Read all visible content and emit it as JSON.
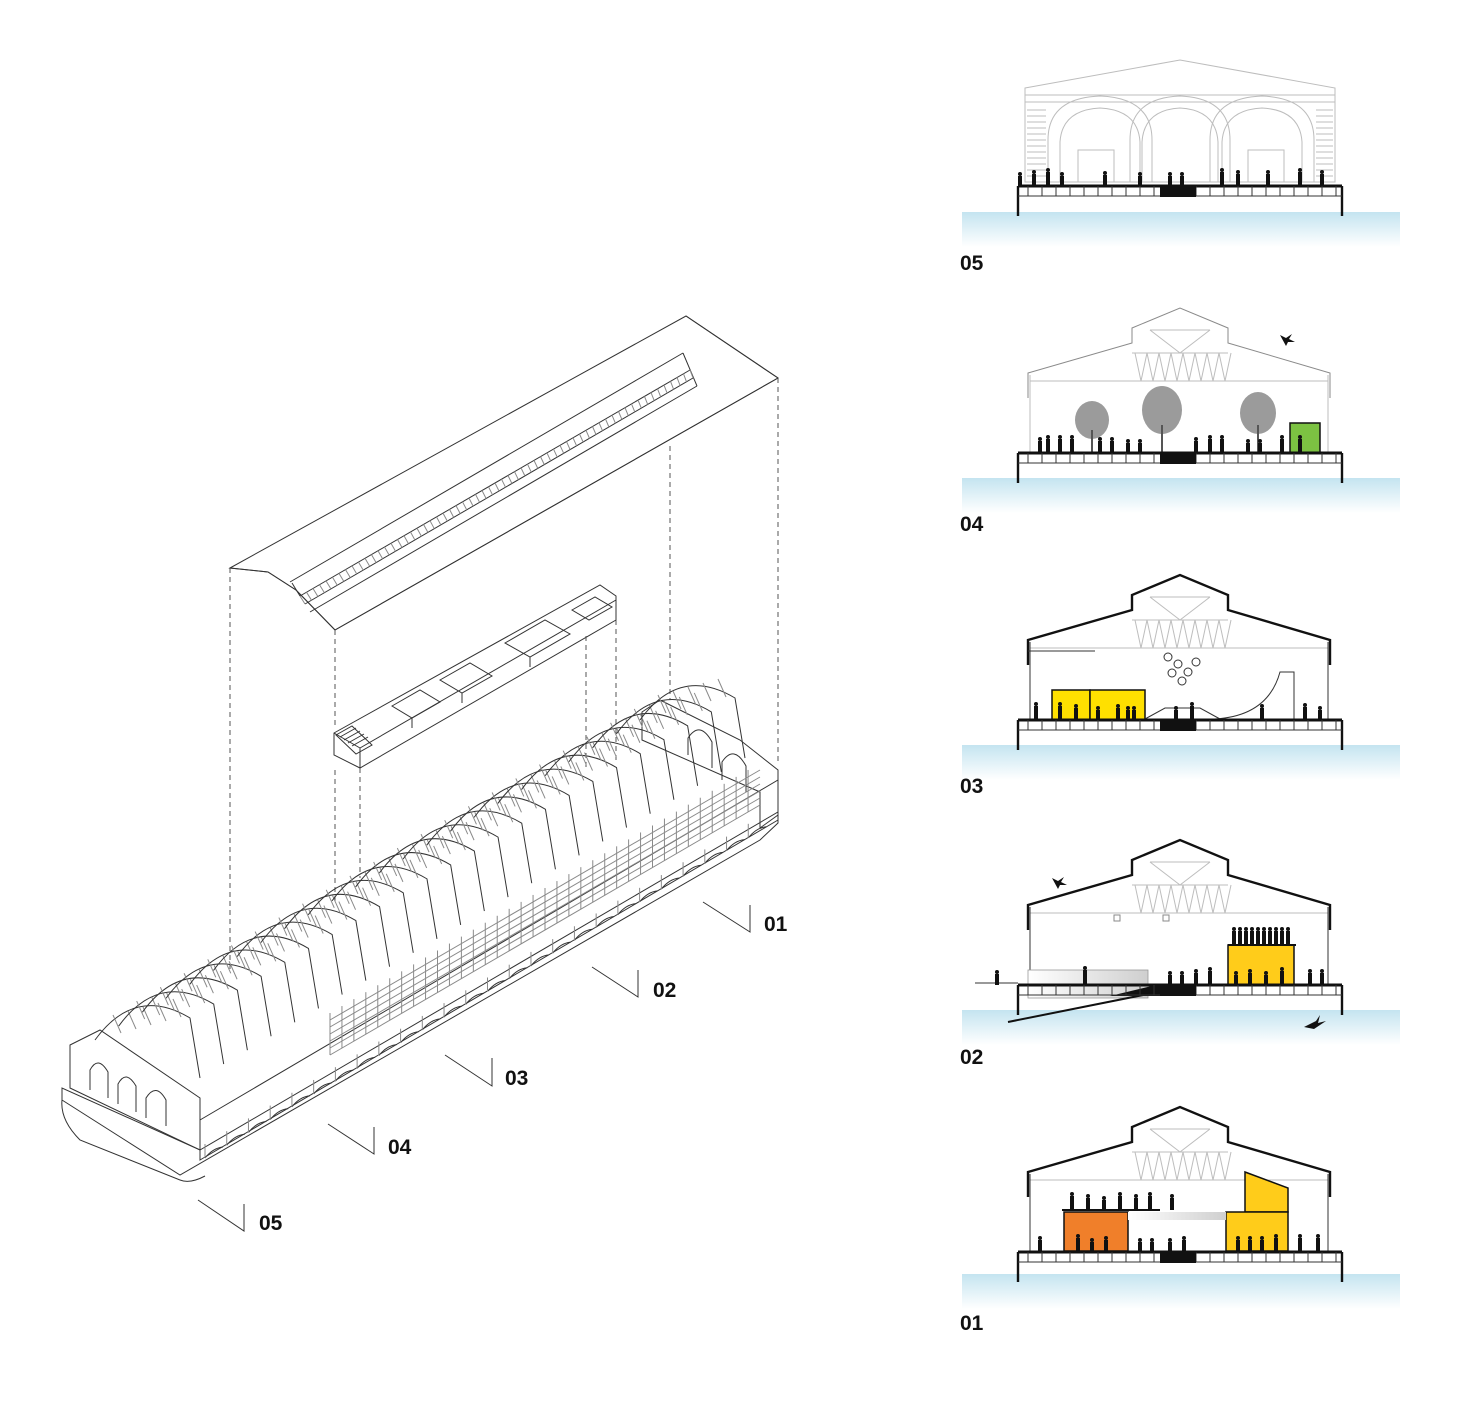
{
  "section_markers": {
    "m01": "01",
    "m02": "02",
    "m03": "03",
    "m04": "04",
    "m05": "05"
  },
  "section_labels": {
    "s05": "05",
    "s04": "04",
    "s03": "03",
    "s02": "02",
    "s01": "01"
  },
  "colors": {
    "water": "#cfe9f3",
    "yellow": "#ffe000",
    "yellow_orange": "#ffcc1a",
    "orange": "#f07f2a",
    "green": "#7cc242",
    "tree": "#9b9b9b",
    "silhouette": "#111111",
    "line": "#333333"
  }
}
